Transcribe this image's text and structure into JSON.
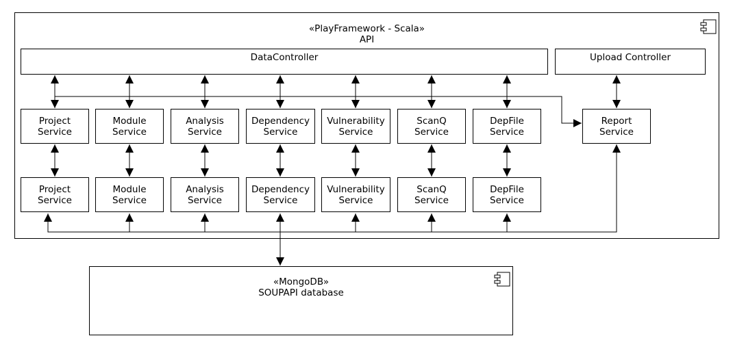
{
  "api": {
    "stereotype": "«PlayFramework - Scala»",
    "name": "API",
    "data_controller": "DataController",
    "upload_controller": "Upload Controller",
    "services_top": [
      "Project\nService",
      "Module\nService",
      "Analysis\nService",
      "Dependency\nService",
      "Vulnerability\nService",
      "ScanQ\nService",
      "DepFile\nService"
    ],
    "services_bottom": [
      "Project\nService",
      "Module\nService",
      "Analysis\nService",
      "Dependency\nService",
      "Vulnerability\nService",
      "ScanQ\nService",
      "DepFile\nService"
    ],
    "report_service": "Report\nService"
  },
  "db": {
    "stereotype": "«MongoDB»",
    "name": "SOUPAPI database"
  },
  "icons": [
    "component-icon",
    "arrowhead-icon"
  ]
}
